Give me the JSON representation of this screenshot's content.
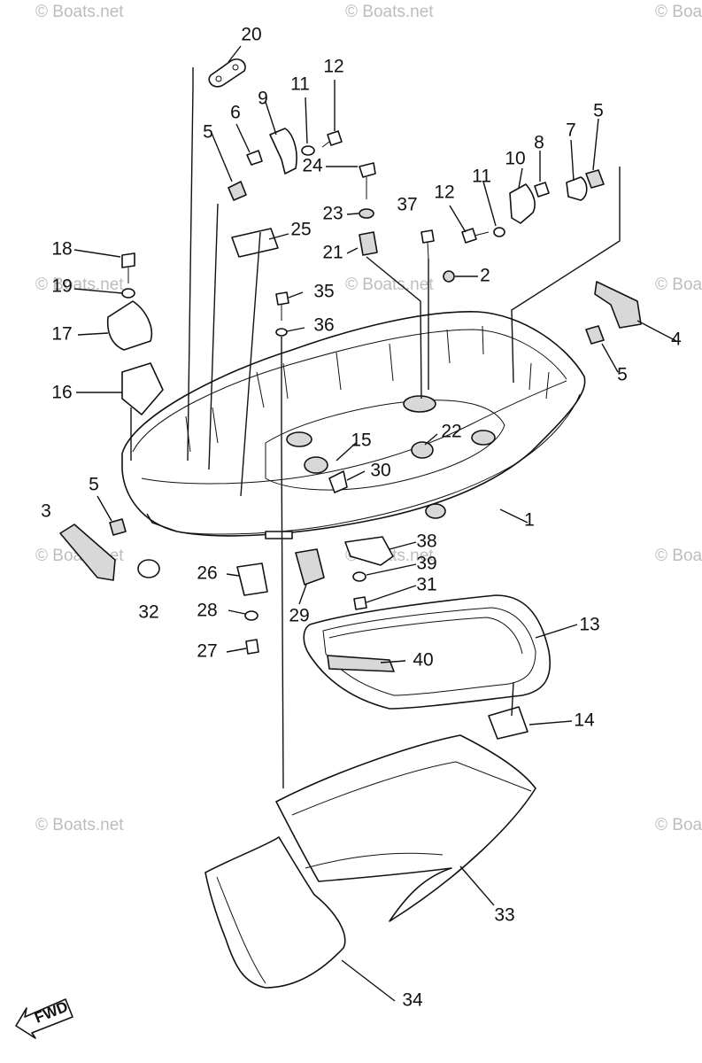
{
  "watermark": "© Boats.net",
  "fwd_label": "FWD",
  "callouts": {
    "p1": "1",
    "p2": "2",
    "p3": "3",
    "p4": "4",
    "p5a": "5",
    "p5b": "5",
    "p5c": "5",
    "p5d": "5",
    "p6": "6",
    "p7": "7",
    "p8": "8",
    "p9": "9",
    "p10": "10",
    "p11a": "11",
    "p11b": "11",
    "p12a": "12",
    "p12b": "12",
    "p13": "13",
    "p14": "14",
    "p15": "15",
    "p16": "16",
    "p17": "17",
    "p18": "18",
    "p19": "19",
    "p20": "20",
    "p21": "21",
    "p22": "22",
    "p23": "23",
    "p24": "24",
    "p25": "25",
    "p26": "26",
    "p27": "27",
    "p28": "28",
    "p29": "29",
    "p30": "30",
    "p31": "31",
    "p32": "32",
    "p33": "33",
    "p34": "34",
    "p35": "35",
    "p36": "36",
    "p37": "37",
    "p38": "38",
    "p39": "39",
    "p40": "40"
  }
}
